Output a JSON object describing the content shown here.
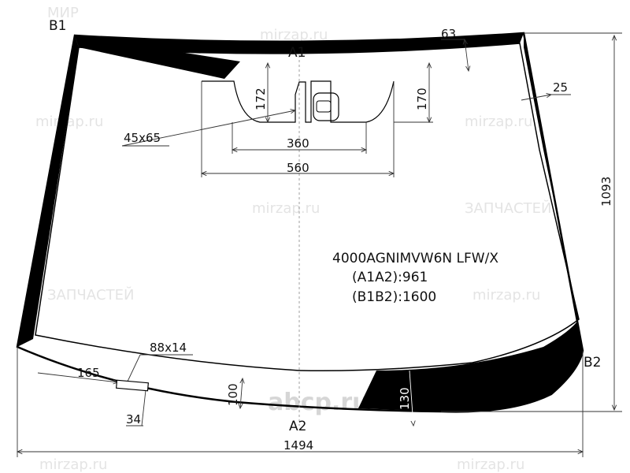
{
  "drawing": {
    "part_code": "4000AGNIMVW6N LFW/X",
    "a1a2": "(A1A2):961",
    "b1b2": "(B1B2):1600",
    "points": {
      "a1": "A1",
      "a2": "A2",
      "b1": "B1",
      "b2": "B2"
    },
    "dimensions": {
      "height": "1093",
      "width": "1494",
      "top_band": "63",
      "side_band": "25",
      "bracket_left_height": "172",
      "bracket_right_height": "170",
      "bracket_inner_width": "360",
      "bracket_outer_width": "560",
      "sensor_area": "45x65",
      "vin_window": "88x14",
      "vin_offset": "165",
      "vin_bottom": "34",
      "bottom_band": "100",
      "bottom_black": "130"
    }
  },
  "watermarks": {
    "site": "mirzap.ru",
    "brand_line1": "МИР",
    "brand_line2": "ЗАПЧАСТЕЙ",
    "abcp": "abcp.ru"
  }
}
